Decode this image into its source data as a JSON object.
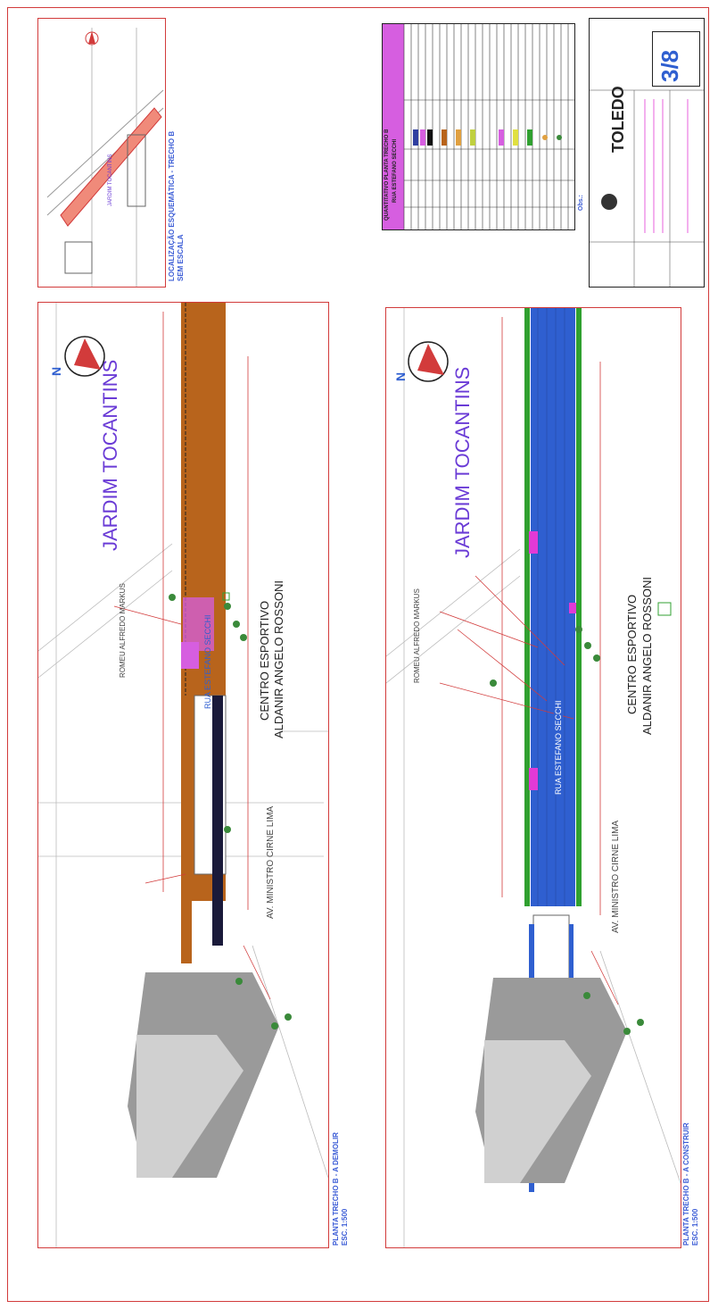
{
  "sheet": {
    "number": "3/8",
    "company": "TOLEDO",
    "obs_label": "Obs.:"
  },
  "location_map": {
    "title": "LOCALIZAÇÃO ESQUEMÁTICA - TRECHO B",
    "scale": "SEM ESCALA",
    "neighborhood": "JARDIM TOCANTINS"
  },
  "table": {
    "title": "QUANTITATIVO PLANTA TRECHO B",
    "subtitle": "RUA ESTEFANO SECCHI"
  },
  "plan_top": {
    "neighborhood": "JARDIM TOCANTINS",
    "street": "RUA ESTEFANO SECCHI",
    "cross_street": "ROMEU ALFREDO MARKUS",
    "avenue": "AV. MINISTRO CIRNE LIMA",
    "venue_line1": "CENTRO ESPORTIVO",
    "venue_line2": "ALDANIR ANGELO ROSSONI",
    "caption": "PLANTA TRECHO B - A DEMOLIR",
    "scale": "ESC. 1:500",
    "north": "N"
  },
  "plan_bottom": {
    "neighborhood": "JARDIM TOCANTINS",
    "street": "RUA ESTEFANO SECCHI",
    "cross_street": "ROMEU ALFREDO MARKUS",
    "avenue": "AV. MINISTRO CIRNE LIMA",
    "venue_line1": "CENTRO ESPORTIVO",
    "venue_line2": "ALDANIR ANGELO ROSSONI",
    "caption": "PLANTA TRECHO B - A CONSTRUIR",
    "scale": "ESC. 1:500",
    "north": "N"
  },
  "colors": {
    "border": "#d23b3b",
    "road_demolish": "#b8641c",
    "road_build": "#2f5fd0",
    "accent": "#6a3bd6",
    "magenta": "#e23ad6",
    "tree": "#3a8a3a"
  }
}
